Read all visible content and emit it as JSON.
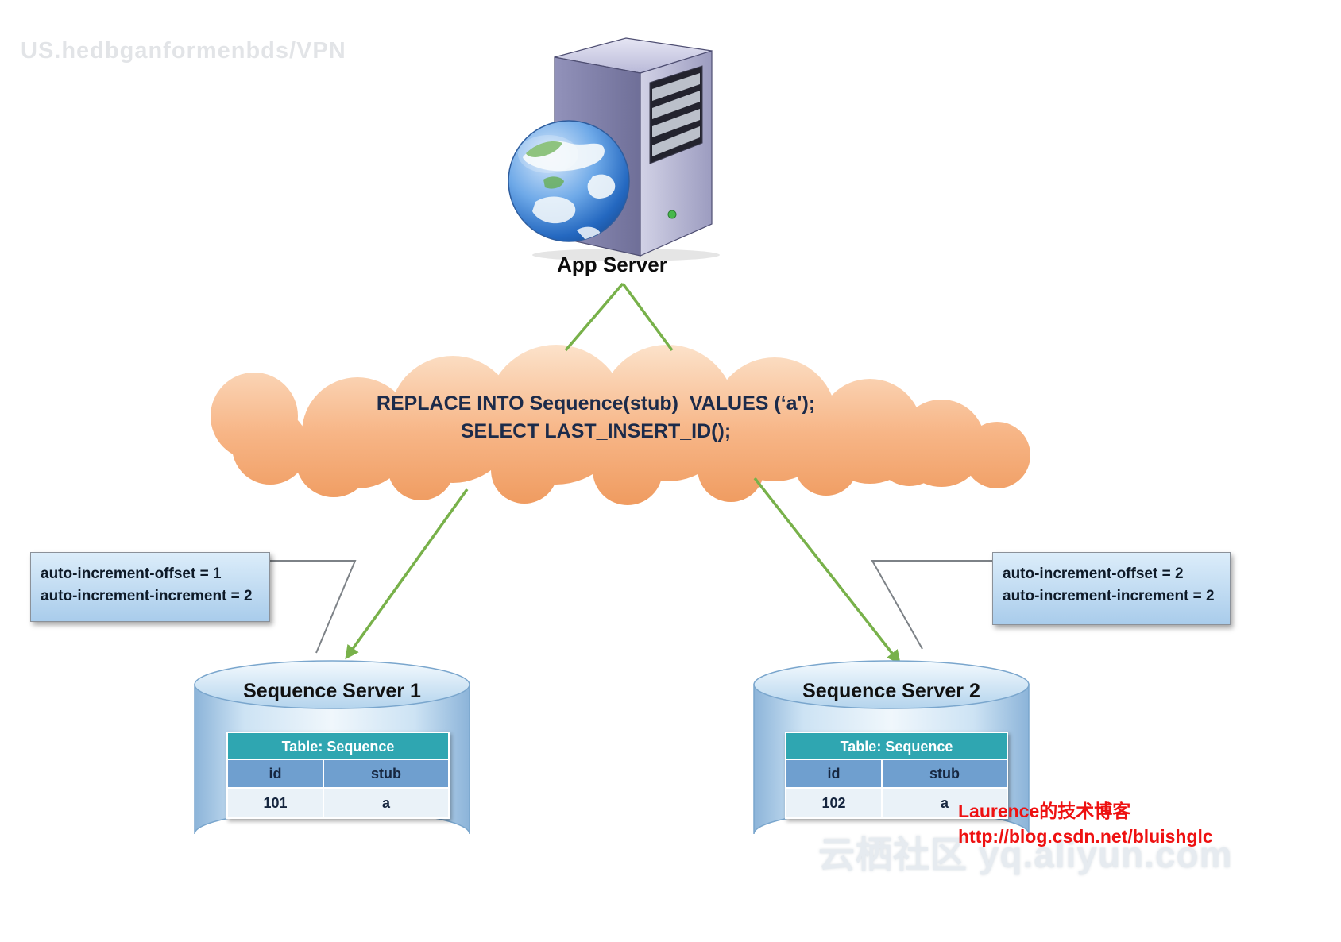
{
  "watermarks": {
    "top_left": "US.hedbganformenbds/VPN",
    "blog_name": "Laurence的技术博客",
    "blog_url": "http://blog.csdn.net/bluishglc",
    "bottom": "云栖社区 yq.aliyun.com"
  },
  "app_server": {
    "label": "App Server",
    "icon": "server-tower-with-globe-icon"
  },
  "cloud": {
    "line1": "REPLACE INTO Sequence(stub)  VALUES (‘a');",
    "line2": "SELECT LAST_INSERT_ID();"
  },
  "callouts": {
    "left": {
      "line1": "auto-increment-offset = 1",
      "line2": "auto-increment-increment = 2"
    },
    "right": {
      "line1": "auto-increment-offset = 2",
      "line2": "auto-increment-increment = 2"
    }
  },
  "servers": {
    "left": {
      "title": "Sequence Server 1",
      "table": {
        "header": "Table: Sequence",
        "columns": [
          "id",
          "stub"
        ],
        "rows": [
          [
            "101",
            "a"
          ]
        ]
      }
    },
    "right": {
      "title": "Sequence Server 2",
      "table": {
        "header": "Table: Sequence",
        "columns": [
          "id",
          "stub"
        ],
        "rows": [
          [
            "102",
            "a"
          ]
        ]
      }
    }
  },
  "colors": {
    "arrow_green": "#78b14a",
    "cloud_orange_top": "#fce4cd",
    "cloud_orange_bottom": "#ef9a5e",
    "table_header_teal": "#2fa6b1",
    "table_col_blue": "#6f9fcf",
    "cylinder_blue": "#8cb4d9",
    "callout_blue": "#bcd8f0",
    "blog_red": "#ee1111"
  }
}
